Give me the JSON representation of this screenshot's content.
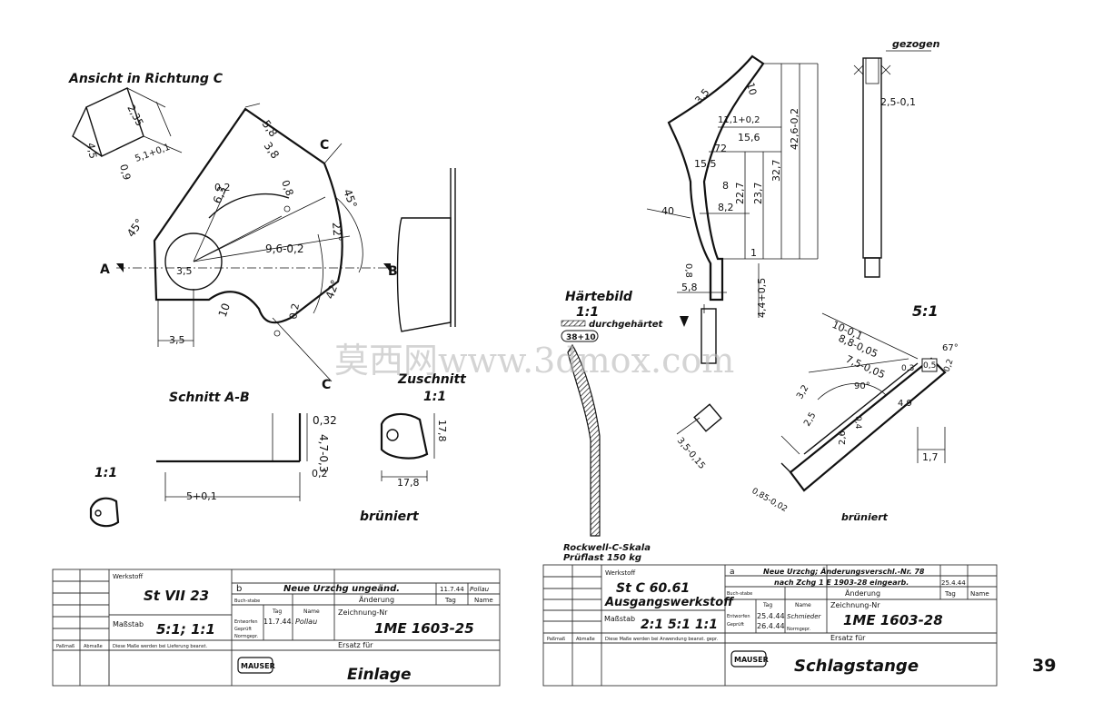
{
  "left_sheet": {
    "view_c_title": "Ansicht in Richtung C",
    "section_title": "Schnitt A-B",
    "blank_title": "Zuschnitt",
    "blank_scale": "1:1",
    "small_scale": "1:1",
    "finish": "brüniert",
    "section_letters": {
      "a": "A",
      "b": "B",
      "c": "C"
    },
    "dims": {
      "d235": "2,35",
      "d45": "4,5",
      "d09": "0,9",
      "d51": "5,1+0,1",
      "d02a": "0,2",
      "d58": "5,8",
      "d38": "3,8",
      "d08": "0,8",
      "d63": "6,3",
      "d45deg": "45°",
      "d45b": "45°",
      "d22deg": "22°",
      "d96": "9,6-0,2",
      "d35a": "3,5",
      "d35b": "3,5",
      "d10": "10",
      "d02b": "0,2",
      "d42deg": "42°",
      "d032": "0,32",
      "d47": "4,7-0,3",
      "d02c": "0,2",
      "d5": "5+0,1",
      "d178a": "17,8",
      "d178b": "17,8"
    },
    "title_block": {
      "werkstoff_label": "Werkstoff",
      "werkstoff": "St VII 23",
      "change_letter": "b",
      "change_text": "Neue Urzchg ungeänd.",
      "change_date": "11.7.44",
      "change_name": "Pollau",
      "aenderung_label": "Änderung",
      "tag_label": "Tag",
      "name_label": "Name",
      "buchstabe_label": "Buch-stabe",
      "massstab_label": "Maßstab",
      "massstab": "5:1; 1:1",
      "entworfen_label": "Entworfen",
      "geprueft_label": "Geprüft",
      "normgepr_label": "Normgepr.",
      "drawn_date": "11.7.44.",
      "drawn_name": "Pollau",
      "zeichnung_label": "Zeichnung-Nr",
      "zeichnung": "1ME 1603-25",
      "ersatz_label": "Ersatz für",
      "passmass_label": "Paßmaß",
      "abmasse_label": "Abmaße",
      "note": "Diese Maße werden bei Lieferung beanst.",
      "logo": "MAUSER",
      "part_name": "Einlage"
    }
  },
  "right_sheet": {
    "haertebild_title": "Härtebild",
    "haertebild_scale": "1:1",
    "haertebild_legend": "durchgehärtet",
    "hardness_value": "38+10",
    "rockwell": "Rockwell-C-Skala",
    "pruflast": "Prüflast 150 kg",
    "detail_scale": "5:1",
    "finish": "brüniert",
    "gezogen": "gezogen",
    "dims": {
      "d35": "3,5",
      "d10": "10",
      "d111": "11,1+0,2",
      "d156": "15,6",
      "d72": "72",
      "d155": "15,5",
      "d8": "8",
      "d82": "8,2",
      "d227": "22,7",
      "d237": "23,7",
      "d327": "32,7",
      "d426": "42,6-0,2",
      "d40": "40",
      "d1": "1",
      "d08": "0,8",
      "d58": "5,8",
      "d44": "4,4+0,5",
      "d25": "2,5-0,1",
      "d10b": "10-0,1",
      "d88": "8,8-0,05",
      "d75": "7,5-0,05",
      "d03": "0,3",
      "d05": "0,5",
      "d02": "0,2",
      "d67": "67°",
      "d90": "90°",
      "d49": "4,9",
      "d32": "3,2",
      "d25b": "2,5",
      "d04": "0,4",
      "d26": "2,6",
      "d17": "1,7",
      "d085": "0,85-0,02",
      "d35b": "3,5-0,15"
    },
    "title_block": {
      "werkstoff_label": "Werkstoff",
      "werkstoff": "St C 60.61",
      "werkstoff2": "Ausgangswerkstoff",
      "change_a": "a",
      "change_text1": "Neue Urzchg; Änderungsverschl.-Nr. 78",
      "change_text2": "nach Zchg 1 E 1903-28 eingearb.",
      "change_date": "25.4.44",
      "aenderung_label": "Änderung",
      "tag_label": "Tag",
      "name_label": "Name",
      "buchstabe_label": "Buch-stabe",
      "massstab_label": "Maßstab",
      "massstab": "2:1 5:1 1:1",
      "entworfen_label": "Entworfen",
      "geprueft_label": "Geprüft",
      "normgepr_label": "Normgepr.",
      "drawn_date": "25.4.44",
      "drawn_name": "Schmieder",
      "checked_date": "26.4.44",
      "zeichnung_label": "Zeichnung-Nr",
      "zeichnung": "1ME 1603-28",
      "ersatz_label": "Ersatz für",
      "passmass_label": "Paßmaß",
      "abmasse_label": "Abmaße",
      "note": "Diese Maße werden bei Anwendung beanst. gepr.",
      "logo": "MAUSER",
      "part_name": "Schlagstange"
    }
  },
  "page_number": "39",
  "watermark": "莫西网www.3dmox.com"
}
